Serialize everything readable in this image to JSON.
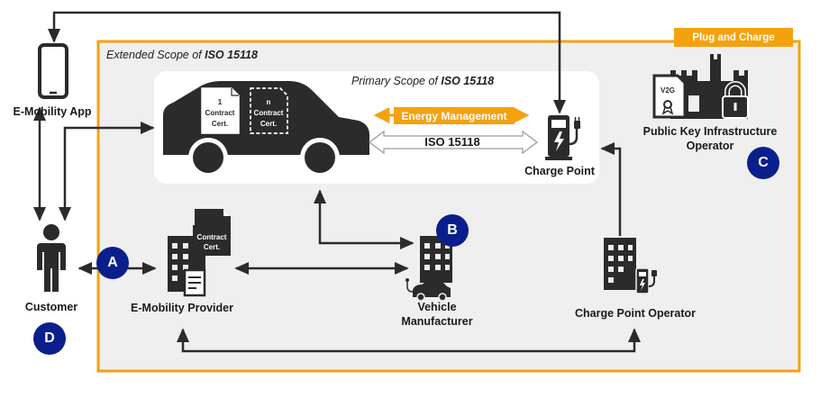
{
  "extended_scope": {
    "prefix": "Extended Scope of ",
    "emph": "ISO 15118"
  },
  "primary_scope": {
    "prefix": "Primary Scope of ",
    "emph": "ISO 15118"
  },
  "plug_and_charge": "Plug and Charge",
  "energy_management": "Energy Management",
  "iso_arrow": "ISO 15118",
  "cert_one": {
    "line1": "1",
    "line2": "Contract",
    "line3": "Cert."
  },
  "cert_n": {
    "line1": "n",
    "line2": "Contract",
    "line3": "Cert."
  },
  "emsp_cert": {
    "line1": "Contract",
    "line2": "Cert."
  },
  "v2g_label": "V2G",
  "labels": {
    "emobility_app": "E-Mobility App",
    "customer": "Customer",
    "emobility_provider": "E-Mobility Provider",
    "vehicle_manufacturer_1": "Vehicle",
    "vehicle_manufacturer_2": "Manufacturer",
    "charge_point": "Charge Point",
    "charge_point_operator": "Charge Point Operator",
    "pki_operator_1": "Public Key Infrastructure",
    "pki_operator_2": "Operator"
  },
  "badges": {
    "a": "A",
    "b": "B",
    "c": "C",
    "d": "D"
  },
  "colors": {
    "accent": "#f5a10f",
    "badge": "#0b1f8c",
    "icon": "#2b2b2b",
    "panel": "#efefef"
  }
}
